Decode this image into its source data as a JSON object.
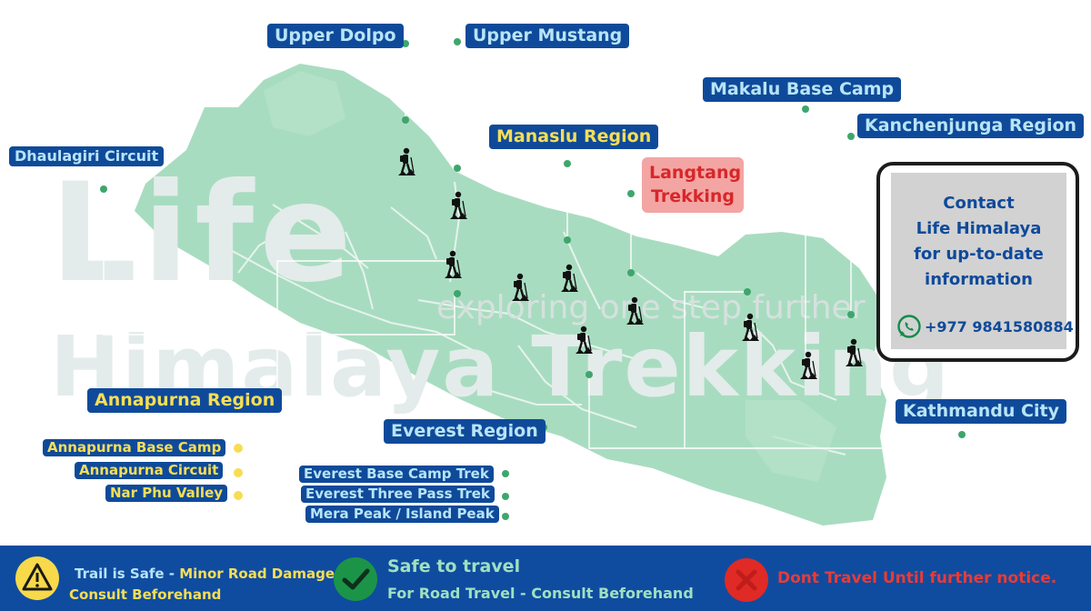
{
  "watermark": {
    "brand_top": "Life",
    "brand_bottom": "Himalaya Trekking",
    "tagline": "exploring one step further"
  },
  "colors": {
    "map_fill": "#a8dcc0",
    "label_bg": "#0f4a9a",
    "label_text": "#b8e4f7",
    "highlight_text": "#f6de55",
    "marker_green": "#3ea66d",
    "marker_yellow": "#f7dd4f",
    "legend_bg": "#0f4ca0",
    "warning_red": "#d7272a"
  },
  "regions": {
    "upper_dolpo": "Upper Dolpo",
    "upper_mustang": "Upper Mustang",
    "makalu": "Makalu Base Camp",
    "kanchenjunga": "Kanchenjunga Region",
    "dhaulagiri": "Dhaulagiri Circuit",
    "manaslu": "Manaslu Region",
    "langtang": "Langtang Trekking",
    "annapurna": "Annapurna Region",
    "everest": "Everest Region",
    "kathmandu": "Kathmandu City"
  },
  "annapurna_sub": [
    "Annapurna Base Camp",
    "Annapurna Circuit",
    "Nar Phu Valley"
  ],
  "everest_sub": [
    "Everest Base Camp Trek",
    "Everest Three Pass Trek",
    "Mera Peak / Island Peak"
  ],
  "contact": {
    "title": "Contact",
    "company": "Life Himalaya",
    "line3": "for up-to-date",
    "line4": "information",
    "phone": "+977 9841580884",
    "phone_icon": "whatsapp-icon"
  },
  "legend": {
    "caution_icon": "warning-triangle-icon",
    "caution_a": "Trail is Safe - ",
    "caution_b": "Minor Road Damage",
    "caution_c": "Consult Beforehand",
    "safe_icon": "check-circle-icon",
    "safe_title": "Safe to travel",
    "safe_sub": "For Road Travel - Consult Beforehand",
    "danger_icon": "x-circle-icon",
    "danger_text": "Dont Travel Until further notice."
  }
}
